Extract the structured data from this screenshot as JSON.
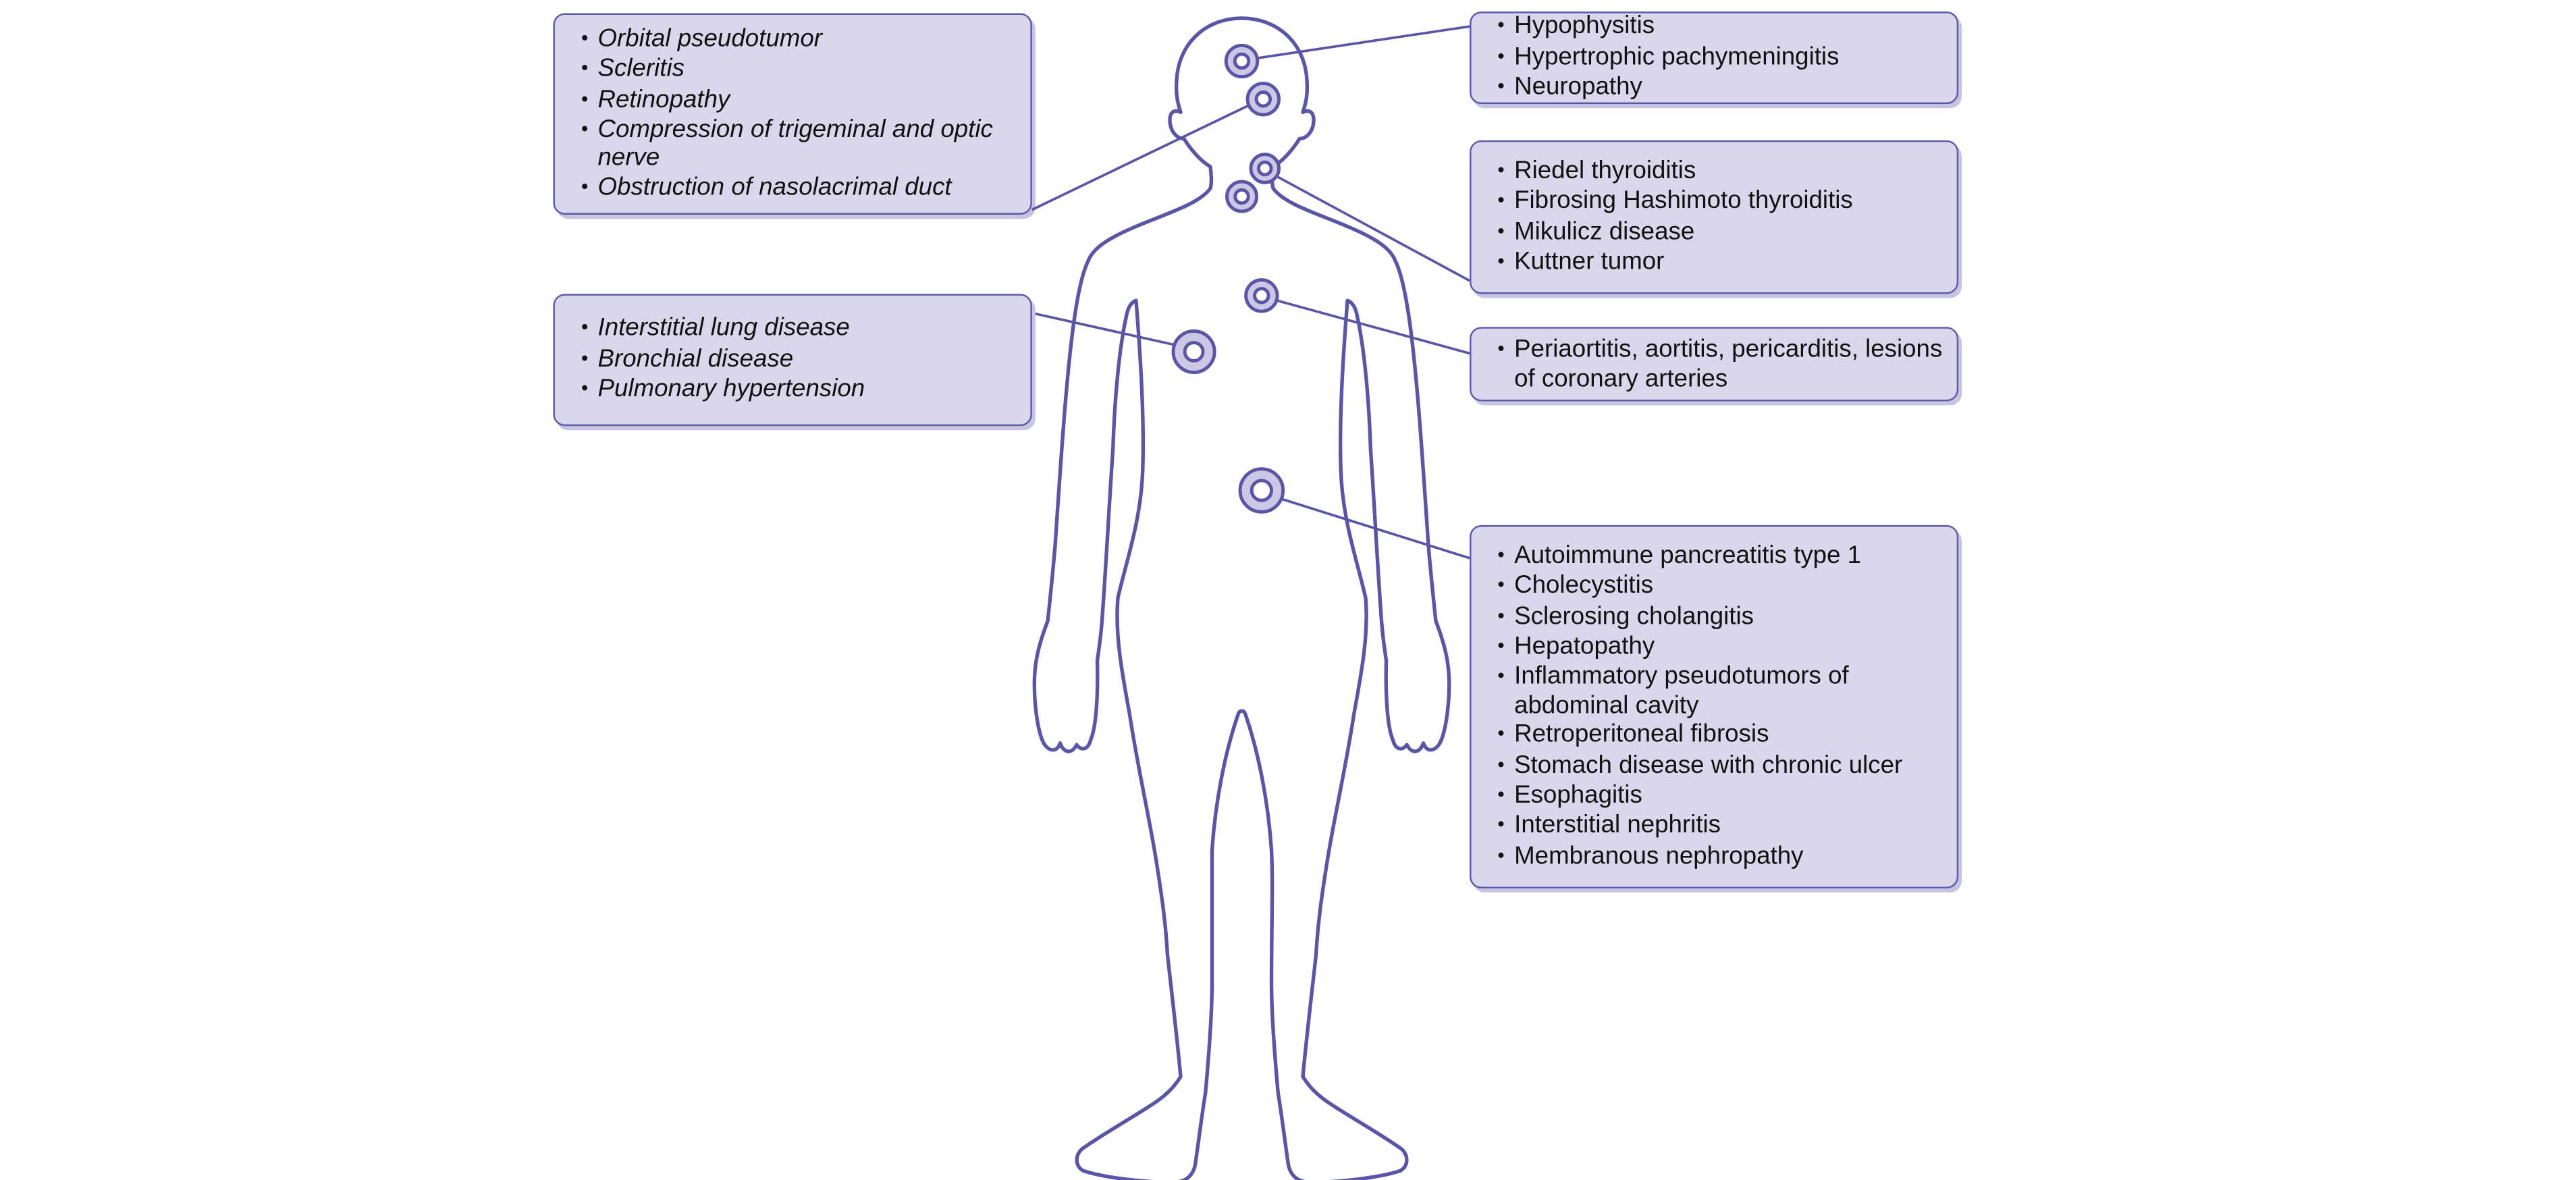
{
  "palette": {
    "background": "#ffffff",
    "outline": "#5b55a5",
    "box_fill": "#dad7ec",
    "box_border": "#5f59a9",
    "text_color": "#111111",
    "marker_fill": "#cbc7e5",
    "marker_inner_fill": "#ffffff"
  },
  "callouts": {
    "orbital": {
      "items": [
        "Orbital pseudotumor",
        "Scleritis",
        "Retinopathy",
        "Compression of trigeminal and optic nerve",
        "Obstruction of nasolacrimal duct"
      ]
    },
    "lung": {
      "items": [
        "Interstitial lung disease",
        "Bronchial disease",
        "Pulmonary hypertension"
      ]
    },
    "hypophysitis": {
      "items": [
        "Hypophysitis",
        "Hypertrophic pachymeningitis",
        "Neuropathy"
      ]
    },
    "thyroid": {
      "items": [
        "Riedel thyroiditis",
        "Fibrosing Hashimoto thyroiditis",
        "Mikulicz disease",
        "Kuttner tumor"
      ]
    },
    "cardiovascular": {
      "items": [
        "Periaortitis, aortitis, pericarditis, lesions of coronary arteries"
      ]
    },
    "abdominal": {
      "items": [
        "Autoimmune pancreatitis type 1",
        "Cholecystitis",
        "Sclerosing cholangitis",
        "Hepatopathy",
        "Inflammatory pseudotumors of abdominal cavity",
        "Retroperitoneal fibrosis",
        "Stomach disease with chronic ulcer",
        "Esophagitis",
        "Interstitial nephritis",
        "Membranous nephropathy"
      ]
    }
  }
}
